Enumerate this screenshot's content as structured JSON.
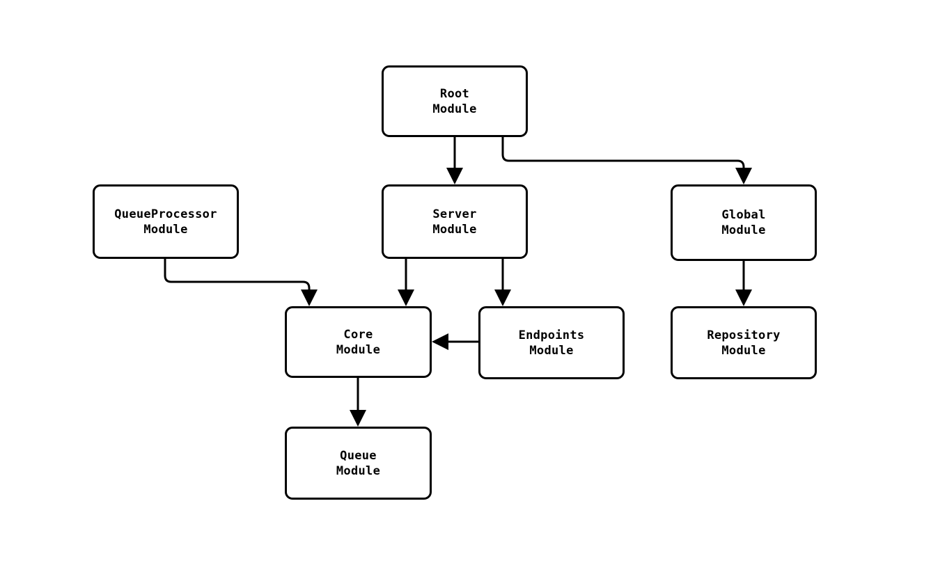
{
  "diagram": {
    "type": "module-dependency-graph",
    "background_color": "#ffffff",
    "stroke_color": "#000000",
    "nodes": [
      {
        "id": "root",
        "line1": "Root",
        "line2": "Module"
      },
      {
        "id": "queueprocessor",
        "line1": "QueueProcessor",
        "line2": "Module"
      },
      {
        "id": "server",
        "line1": "Server",
        "line2": "Module"
      },
      {
        "id": "global",
        "line1": "Global",
        "line2": "Module"
      },
      {
        "id": "core",
        "line1": "Core",
        "line2": "Module"
      },
      {
        "id": "endpoints",
        "line1": "Endpoints",
        "line2": "Module"
      },
      {
        "id": "repository",
        "line1": "Repository",
        "line2": "Module"
      },
      {
        "id": "queue",
        "line1": "Queue",
        "line2": "Module"
      }
    ],
    "edges": [
      {
        "from": "root",
        "to": "server"
      },
      {
        "from": "root",
        "to": "global"
      },
      {
        "from": "queueprocessor",
        "to": "core"
      },
      {
        "from": "server",
        "to": "core"
      },
      {
        "from": "server",
        "to": "endpoints"
      },
      {
        "from": "endpoints",
        "to": "core"
      },
      {
        "from": "global",
        "to": "repository"
      },
      {
        "from": "core",
        "to": "queue"
      }
    ]
  }
}
